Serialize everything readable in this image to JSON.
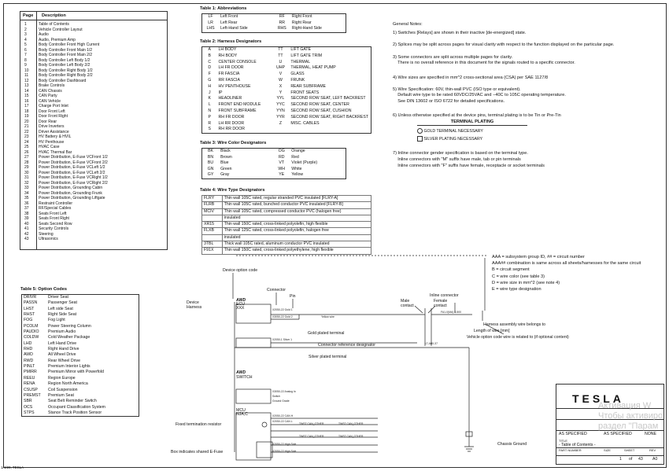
{
  "contents": {
    "header_page": "Page",
    "header_desc": "Description",
    "rows": [
      {
        "page": "1",
        "desc": "Table of Contents"
      },
      {
        "page": "2",
        "desc": "Vehicle Controller Layout"
      },
      {
        "page": "3",
        "desc": "Audio"
      },
      {
        "page": "4",
        "desc": "Audio, Premium Amp"
      },
      {
        "page": "5",
        "desc": "Body Controller Front High Current"
      },
      {
        "page": "6",
        "desc": "Body Controller Front Main 1/2"
      },
      {
        "page": "7",
        "desc": "Body Controller Front Main 2/2"
      },
      {
        "page": "8",
        "desc": "Body Controller Left Body 1/2"
      },
      {
        "page": "9",
        "desc": "Body Controller Left Body 2/2"
      },
      {
        "page": "10",
        "desc": "Body Controller Right Body 1/2"
      },
      {
        "page": "11",
        "desc": "Body Controller Right Body 2/2"
      },
      {
        "page": "12",
        "desc": "Body Controller Dashboard"
      },
      {
        "page": "13",
        "desc": "Brake Controls"
      },
      {
        "page": "14",
        "desc": "CAN Chassis"
      },
      {
        "page": "15",
        "desc": "CAN Party"
      },
      {
        "page": "16",
        "desc": "CAN Vehicle"
      },
      {
        "page": "17",
        "desc": "Charge Port Inlet"
      },
      {
        "page": "18",
        "desc": "Door Front Left"
      },
      {
        "page": "19",
        "desc": "Door Front Right"
      },
      {
        "page": "20",
        "desc": "Door Rear"
      },
      {
        "page": "21",
        "desc": "Drive Inverters"
      },
      {
        "page": "22",
        "desc": "Driver Assistance"
      },
      {
        "page": "23",
        "desc": "HV Battery & HVIL"
      },
      {
        "page": "24",
        "desc": "HV Penthouse"
      },
      {
        "page": "25",
        "desc": "HVAC Case"
      },
      {
        "page": "26",
        "desc": "HVAC Thermal Bar"
      },
      {
        "page": "27",
        "desc": "Power Distribution, E-Fuse VCFront 1/2"
      },
      {
        "page": "28",
        "desc": "Power Distribution, E-Fuse VCFront 2/2"
      },
      {
        "page": "29",
        "desc": "Power Distribution, E-Fuse VCLeft 1/2"
      },
      {
        "page": "30",
        "desc": "Power Distribution, E-Fuse VCLeft 2/2"
      },
      {
        "page": "31",
        "desc": "Power Distribution, E-Fuse VCRight 1/2"
      },
      {
        "page": "32",
        "desc": "Power Distribution, E-Fuse VCRight 2/2"
      },
      {
        "page": "33",
        "desc": "Power Distribution, Grounding Cabin"
      },
      {
        "page": "34",
        "desc": "Power Distribution, Grounding Frunk"
      },
      {
        "page": "35",
        "desc": "Power Distribution, Grounding Liftgate"
      },
      {
        "page": "36",
        "desc": "Restraint Controller"
      },
      {
        "page": "37",
        "desc": "RF/Special Cables"
      },
      {
        "page": "38",
        "desc": "Seats Front Left"
      },
      {
        "page": "39",
        "desc": "Seats Front Right"
      },
      {
        "page": "40",
        "desc": "Seats Second Row"
      },
      {
        "page": "41",
        "desc": "Security Controls"
      },
      {
        "page": "42",
        "desc": "Steering"
      },
      {
        "page": "43",
        "desc": "Ultrasonics"
      }
    ]
  },
  "table1": {
    "title": "Table 1: Abbreviations",
    "rows": [
      [
        "LF",
        "Left Front",
        "RF",
        "Right Front"
      ],
      [
        "LR",
        "Left Rear",
        "RR",
        "Right Rear"
      ],
      [
        "LHS",
        "Left-Hand Side",
        "RHS",
        "Right-Hand Side"
      ]
    ]
  },
  "table2": {
    "title": "Table 2: Harness Designators",
    "rows": [
      [
        "A",
        "LH BODY",
        "TT",
        "LIFT GATE"
      ],
      [
        "B",
        "RH BODY",
        "TT",
        "LIFT GATE TRIM"
      ],
      [
        "C",
        "CENTER CONSOLE",
        "U",
        "THERMAL"
      ],
      [
        "D",
        "LH FR DOOR",
        "UHP",
        "THERMAL, HEAT PUMP"
      ],
      [
        "F",
        "FR FASCIA",
        "V",
        "GLASS"
      ],
      [
        "G",
        "RR FASCIA",
        "W",
        "FRUNK"
      ],
      [
        "H",
        "HV PENTHOUSE",
        "X",
        "REAR SUBFRAME"
      ],
      [
        "J",
        "IP",
        "Y",
        "FRONT SEATS"
      ],
      [
        "K",
        "HEADLINER",
        "YYL",
        "SECOND ROW SEAT, LEFT BACKREST"
      ],
      [
        "L",
        "FRONT END MODULE",
        "YYC",
        "SECOND ROW SEAT, CENTER"
      ],
      [
        "N",
        "FRONT SUBFRAME",
        "YYN",
        "SECOND ROW SEAT, CUSHION"
      ],
      [
        "P",
        "RH FR DOOR",
        "YYR",
        "SECOND ROW SEAT, RIGHT BACKREST"
      ],
      [
        "R",
        "LH RR DOOR",
        "Z",
        "MISC. CABLES"
      ],
      [
        "S",
        "RH RR DOOR",
        "",
        ""
      ]
    ]
  },
  "table3": {
    "title": "Table 3: Wire Color Designators",
    "rows": [
      [
        "BK",
        "Black",
        "OG",
        "Orange"
      ],
      [
        "BN",
        "Brown",
        "RD",
        "Red"
      ],
      [
        "BU",
        "Blue",
        "VT",
        "Violet (Purple)"
      ],
      [
        "GN",
        "Green",
        "WH",
        "White"
      ],
      [
        "GY",
        "Gray",
        "YE",
        "Yellow"
      ]
    ]
  },
  "table4": {
    "title": "Table 4: Wire Type Designators",
    "rows": [
      [
        "FLRY",
        "Thin wall 105C rated, regular stranded PVC insulated [FLRY-A]"
      ],
      [
        "FLRB",
        "Thin wall 105C rated, bunched conductor PVC insulated [FLRY-B]"
      ],
      [
        "MCIV",
        "Thin wall 105C rated, compressed conductor PVC (halogen free)"
      ],
      [
        "",
        "insulated"
      ],
      [
        "XR15",
        "Thin wall 150C rated, cross-linked polyolefin, high flexible"
      ],
      [
        "FLXB",
        "Thin wall 125C rated, cross-linked polyolefin, halogen free"
      ],
      [
        "",
        "insulated"
      ],
      [
        "3TBL",
        "Thick wall 105C rated, aluminum conductor PVC insulated"
      ],
      [
        "F91X",
        "Thin wall 150C rated, cross-linked polyethylene, high flexible"
      ]
    ]
  },
  "table5": {
    "title": "Table 5: Option Codes",
    "rows": [
      [
        "DRIVR",
        "Driver Seat"
      ],
      [
        "PASSN",
        "Passenger Seat"
      ],
      [
        "LHST",
        "Left side Seat"
      ],
      [
        "RHST",
        "Right Side Seat"
      ],
      [
        "FOG",
        "Fog Light"
      ],
      [
        "PCOLM",
        "Power Steering Column"
      ],
      [
        "PAUDIO",
        "Premium Audio"
      ],
      [
        "COLDW",
        "Cold Weather Package"
      ],
      [
        "LHD",
        "Left Hand Drive"
      ],
      [
        "RHD",
        "Right Hand Drive"
      ],
      [
        "AWD",
        "All Wheel Drive"
      ],
      [
        "RWD",
        "Rear Wheel Drive"
      ],
      [
        "PINLT",
        "Premium Interior Lights"
      ],
      [
        "PMIRR",
        "Premium Mirror with Powerfold"
      ],
      [
        "REEU",
        "Region Europe"
      ],
      [
        "RENA",
        "Region North America"
      ],
      [
        "CSUSP",
        "Coil Suspension"
      ],
      [
        "PREMST",
        "Premium Seat"
      ],
      [
        "SBR",
        "Seat Belt Reminder Switch"
      ],
      [
        "OCS",
        "Occupant Classification System"
      ],
      [
        "STPS",
        "Stance Track Position Sensor"
      ]
    ]
  },
  "notes": {
    "title": "General Notes:",
    "lines": [
      "1) Switches [Relays] are shown in their inactive [de-energized] state.",
      "2) Splices may be split across pages for visual clarity with respect to the function displayed on the particular page.",
      "3) Some connectors are split across multiple pages for clarity.",
      "    There is no overall reference in this document for the signals routed to a specific connector.",
      "4) Wire sizes are specified in mm^2 cross-sectional area (CSA) per SAE 1127/8",
      "5) Wire Specification: 60V, thin-wall PVC (ISO type or equivalent).",
      "    Default wire type to be rated 60VDC/25VAC and −40C to 105C operating temperature.",
      "    See DIN 13602 or ISO 6722 for detailed specifications.",
      "6) Unless otherwise specified at the device pins, terminal plating is to be Tin or Pre-Tin"
    ],
    "plating_title": "TERMINAL PLATING",
    "plating_gold": "GOLD TERMINAL NECESSARY",
    "plating_silver": "SILVER PLATING NECESSARY",
    "inline_lines": [
      "7) Inline connector gender specification is based on the terminal type.",
      "    Inline connectors with \"M\" suffix have male, tab or pin terminals",
      "    Inline connectors with \"F\" suffix have female, receptacle or socket terminals"
    ]
  },
  "legend": {
    "code_lines": [
      "AAA = subsystem group ID, ## = circuit number",
      "AAA## combination is same across all sheets/harnesses for the same circuit",
      "B = circuit segment",
      "C = wire color (see table 3)",
      "D = wire size in mm^2 (see note 4)",
      "E = wire type designation"
    ],
    "device_option_code": "Device option code",
    "connector": "Connector",
    "pin": "Pin",
    "device_harness": "Device\nHarness",
    "inline_connector": "Inline connector",
    "male_contact": "Male\ncontact",
    "female_contact": "Female\ncontact",
    "harness_assembly": "Harness assembly wire belongs to",
    "length_wire": "Length of wire [mm]",
    "vehicle_option": "Vehicle option code wire is related to (if optional content)",
    "gold_plated": "Gold plated terminal",
    "connector_ref": "Connector reference designator",
    "silver_plated": "Silver plated terminal",
    "fixed_termination": "Fixed termination resistor",
    "box_efuse": "Box indicates shared E-Fuse",
    "chassis_ground": "Chassis Ground",
    "awd": "AWD",
    "ecu": "ECU",
    "xxx": "XXX",
    "switch": "SWITCH",
    "mcu": "MCU",
    "mcu_sub": "NJA,C",
    "awd2": "AWD"
  },
  "titleblock": {
    "logo": "TESLA",
    "material": "AS SPECIFIED",
    "finish": "AS SPECIFIED",
    "scale": "NONE",
    "title_label": "TITLE",
    "title": "- Table of Contents -",
    "part_number_label": "PART NUMBER",
    "size_label": "SIZE",
    "sheet_label": "SHEET",
    "rev_label": "REV",
    "sheet_value": "1",
    "of": "of",
    "sheet_total": "43",
    "rev_value": "A0",
    "watermark1": "Активация W",
    "watermark2": "Чтобы активиро",
    "watermark3": "раздел \"Парам"
  },
  "footer_left": "1/4/20, TESLA"
}
